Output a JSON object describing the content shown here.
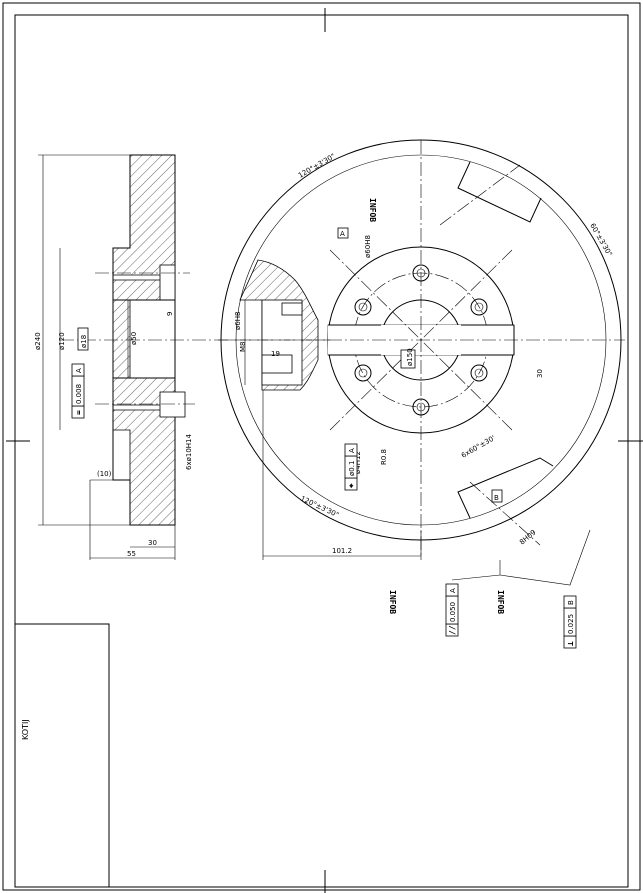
{
  "title_block": {
    "text": "KOTIJ"
  },
  "side_view": {
    "dims": {
      "d240": "ø240",
      "d120": "ø120",
      "d50": "ø50",
      "d18": "ø18",
      "len55": "55",
      "len30": "30",
      "len10": "(10)",
      "thread": "6xø10H14",
      "small9": "9"
    },
    "flatness_tolerance": "0.008",
    "flatness_datum": "A",
    "flatness_symbol": "="
  },
  "front_view": {
    "dims": {
      "ang_top": "120°±3'30\"",
      "ang_right": "60°±3'30\"",
      "ang_bottom": "120°±3'30\"",
      "ang_small": "6x60°±30'",
      "d60h8": "ø60H8",
      "r08": "R0.8",
      "d4h12": "ø4H12",
      "d6h8": "ø6H8",
      "d150": "ø150",
      "m8": "M8",
      "len30": "30",
      "len19": "19",
      "len101": "101.2",
      "slot": "8H09"
    },
    "notes": [
      "INFOB",
      "INFOB",
      "INFOB"
    ],
    "position_tol": {
      "symbol": "⌖",
      "value": "ø0.1",
      "datum": "A"
    },
    "parallel_tol": {
      "symbol": "//",
      "value": "0.050",
      "datum": "A"
    },
    "perp_tol": {
      "symbol": "⊥",
      "value": "0.025",
      "datum": "B"
    },
    "datum_a": "A",
    "datum_b": "B"
  }
}
